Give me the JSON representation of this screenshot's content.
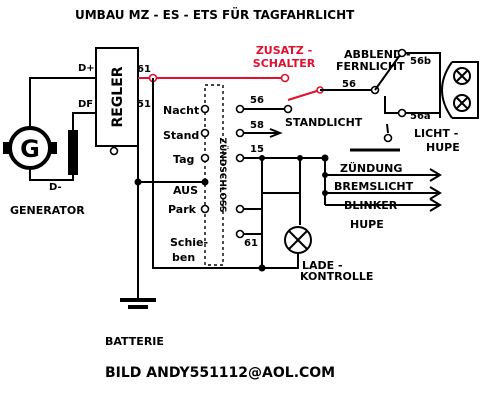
{
  "title": "UMBAU MZ - ES - ETS FÜR TAGFAHRLICHT",
  "generator": {
    "letter": "G",
    "label": "GENERATOR",
    "d_plus": "D+",
    "df": "DF",
    "d_minus": "D-"
  },
  "regler": {
    "label": "REGLER",
    "t61": "61",
    "t51": "51"
  },
  "zusatz_schalter": {
    "line1": "ZUSATZ -",
    "line2": "SCHALTER"
  },
  "abblend_fernlicht": {
    "line1": "ABBLEND -",
    "line2": "FERNLICHT",
    "t56": "56",
    "t56b": "56b",
    "t56a": "56a"
  },
  "licht_hupe": {
    "line1": "LICHT -",
    "line2": "HUPE"
  },
  "standlicht": "STANDLICHT",
  "zuendschloss": {
    "label": "ZÜNDSCHLOSS",
    "positions": [
      "Nacht",
      "Stand",
      "Tag",
      "AUS",
      "Park",
      "Schie-",
      "ben"
    ],
    "t56": "56",
    "t58": "58",
    "t15": "15",
    "t61": "61"
  },
  "outputs": [
    "ZÜNDUNG",
    "BREMSLICHT",
    "BLINKER",
    "HUPE"
  ],
  "ladekontrolle": {
    "line1": "LADE -",
    "line2": "KONTROLLE"
  },
  "batterie": "BATTERIE",
  "footer": "BILD   ANDY551112@AOL.COM",
  "colors": {
    "wire": "#000000",
    "accent": "#e0102f",
    "background": "#ffffff"
  }
}
